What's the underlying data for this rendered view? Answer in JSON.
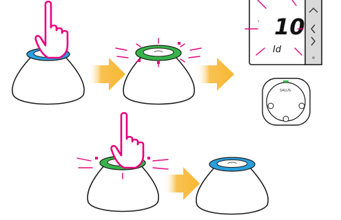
{
  "colors": {
    "ring_blue": "#2a9fdc",
    "ring_green": "#36b449",
    "hand_outline": "#e6007e",
    "arrow": "#f7b733",
    "flash": "#e6007e",
    "outline": "#1a1a1a"
  },
  "thermostat_display": {
    "number": "10",
    "code": "Id",
    "chevron_up_icon": "chevron-up-icon",
    "chevron_left_icon": "chevron-left-icon",
    "chevron_right_icon": "chevron-right-icon"
  },
  "receiver": {
    "brand": "SALUS"
  },
  "steps": [
    {
      "id": "press-button",
      "ring": "blue",
      "hand": true
    },
    {
      "id": "led-flashing-green",
      "ring": "green",
      "flashing": true
    },
    {
      "id": "display-code",
      "target": "thermostat"
    },
    {
      "id": "press-again",
      "ring": "green",
      "hand": true,
      "flashing": true
    },
    {
      "id": "led-back-blue",
      "ring": "blue"
    }
  ]
}
